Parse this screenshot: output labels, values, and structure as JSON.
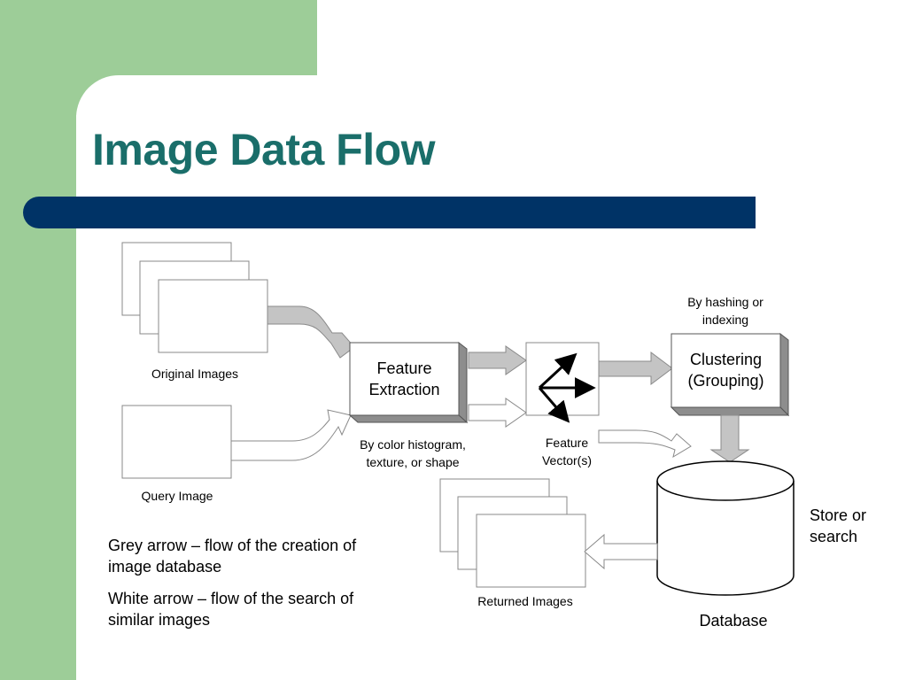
{
  "slide": {
    "title": "Image Data Flow",
    "colors": {
      "title": "#1a6e6a",
      "accent_bar": "#003366",
      "side_panel": "#9dcd98",
      "grey_arrow": "#c0c0c0"
    }
  },
  "diagram": {
    "original_images_label": "Original Images",
    "query_image_label": "Query Image",
    "feature_extraction": [
      "Feature",
      "Extraction"
    ],
    "feature_extraction_note": [
      "By color histogram,",
      "texture, or shape"
    ],
    "feature_vectors_label": [
      "Feature",
      "Vector(s)"
    ],
    "clustering": [
      "Clustering",
      "(Grouping)"
    ],
    "clustering_note": [
      "By hashing or",
      "indexing"
    ],
    "database_label": "Database",
    "store_note": [
      "Store or",
      "search"
    ],
    "returned_images_label": "Returned Images"
  },
  "legend": {
    "grey": [
      "Grey arrow – flow of the creation of",
      "image database"
    ],
    "white": [
      "White arrow – flow of the search of",
      "similar images"
    ]
  }
}
